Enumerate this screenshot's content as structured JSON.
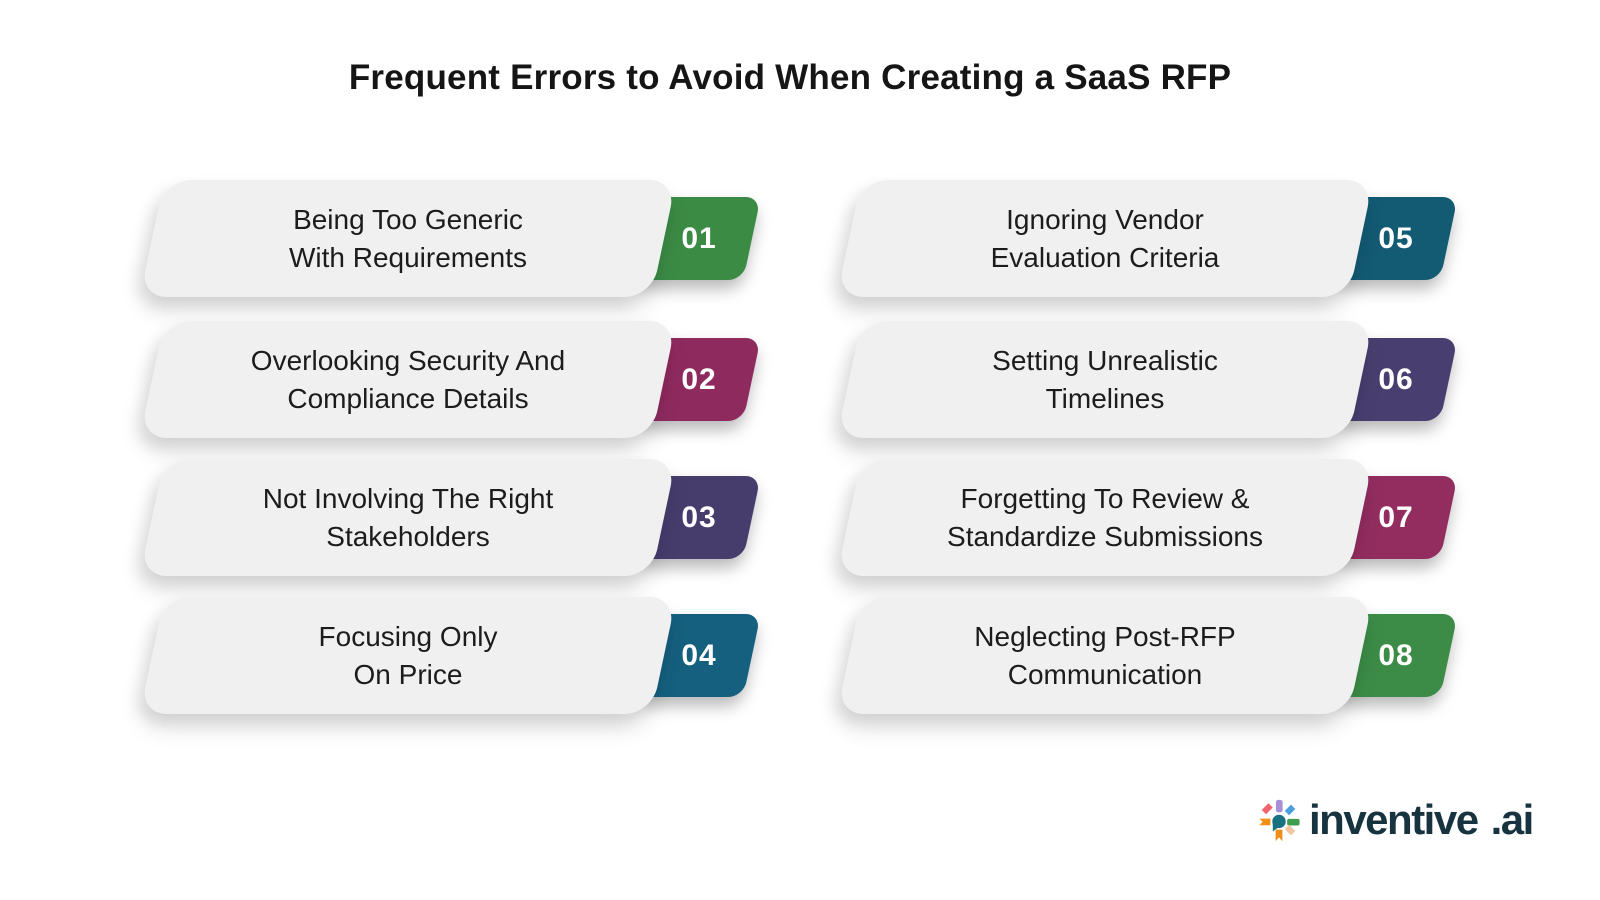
{
  "title": "Frequent Errors to Avoid When Creating a SaaS RFP",
  "cards": [
    {
      "number": "01",
      "line1": "Being Too Generic",
      "line2": "With Requirements",
      "color": "#3b8b45"
    },
    {
      "number": "02",
      "line1": "Overlooking Security And",
      "line2": "Compliance Details",
      "color": "#8f2a5f"
    },
    {
      "number": "03",
      "line1": "Not Involving The Right",
      "line2": "Stakeholders",
      "color": "#463d6d"
    },
    {
      "number": "04",
      "line1": "Focusing Only",
      "line2": "On Price",
      "color": "#15607f"
    },
    {
      "number": "05",
      "line1": "Ignoring Vendor",
      "line2": "Evaluation Criteria",
      "color": "#135a73"
    },
    {
      "number": "06",
      "line1": "Setting Unrealistic",
      "line2": "Timelines",
      "color": "#483f70"
    },
    {
      "number": "07",
      "line1": "Forgetting To Review &",
      "line2": "Standardize Submissions",
      "color": "#932d60"
    },
    {
      "number": "08",
      "line1": "Neglecting Post-RFP",
      "line2": "Communication",
      "color": "#3c8c47"
    }
  ],
  "logo": {
    "name": "inventive",
    "suffix": ".ai",
    "text_color": "#17333f"
  },
  "colors": {
    "background": "#ffffff",
    "card_bg": "#f0f0f1",
    "title_text": "#151515",
    "card_text": "#1c1c1c",
    "number_text": "#ffffff"
  }
}
